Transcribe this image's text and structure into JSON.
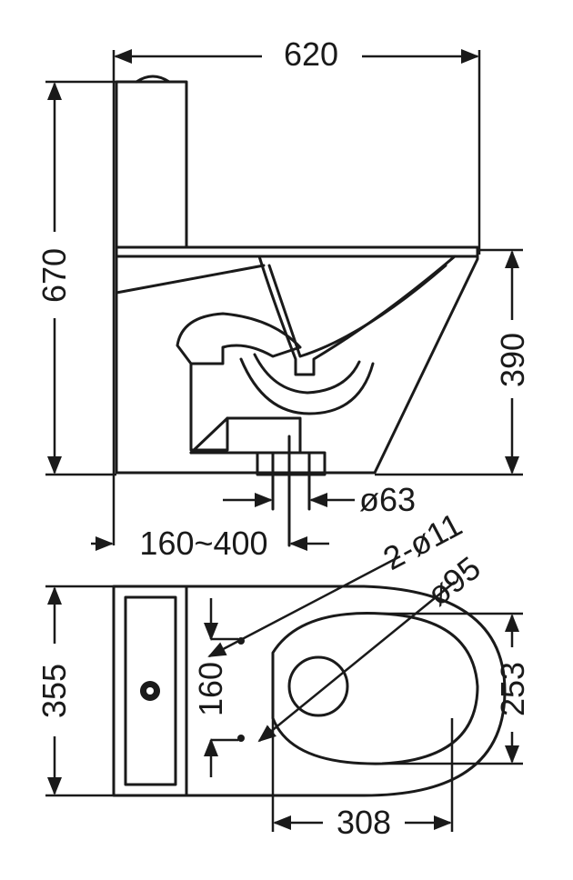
{
  "dimensions": {
    "width": "620",
    "height": "670",
    "bowl_height": "390",
    "outlet_diameter": "ø63",
    "rough_in": "160~400",
    "bolt_holes": "2-ø11",
    "outlet_top": "ø95",
    "depth": "355",
    "bolt_spacing": "160",
    "bowl_width": "253",
    "bowl_length": "308"
  },
  "colors": {
    "line": "#1a1a1a",
    "background": "#ffffff"
  }
}
